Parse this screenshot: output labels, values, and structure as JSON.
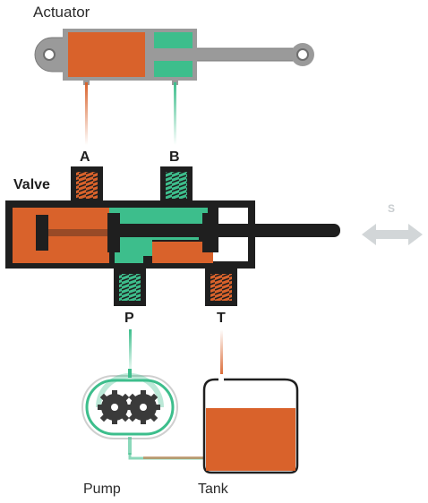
{
  "labels": {
    "actuator": "Actuator",
    "valve": "Valve",
    "port_a": "A",
    "port_b": "B",
    "port_p": "P",
    "port_t": "T",
    "shift": "S",
    "pump": "Pump",
    "tank": "Tank"
  },
  "colors": {
    "pressure": "#d9622b",
    "flow": "#3dbe8c",
    "body": "#1f1f1f",
    "rod": "#9a9a9a",
    "arrow": "#d2d6d8"
  },
  "tank_fill_level": 0.7
}
